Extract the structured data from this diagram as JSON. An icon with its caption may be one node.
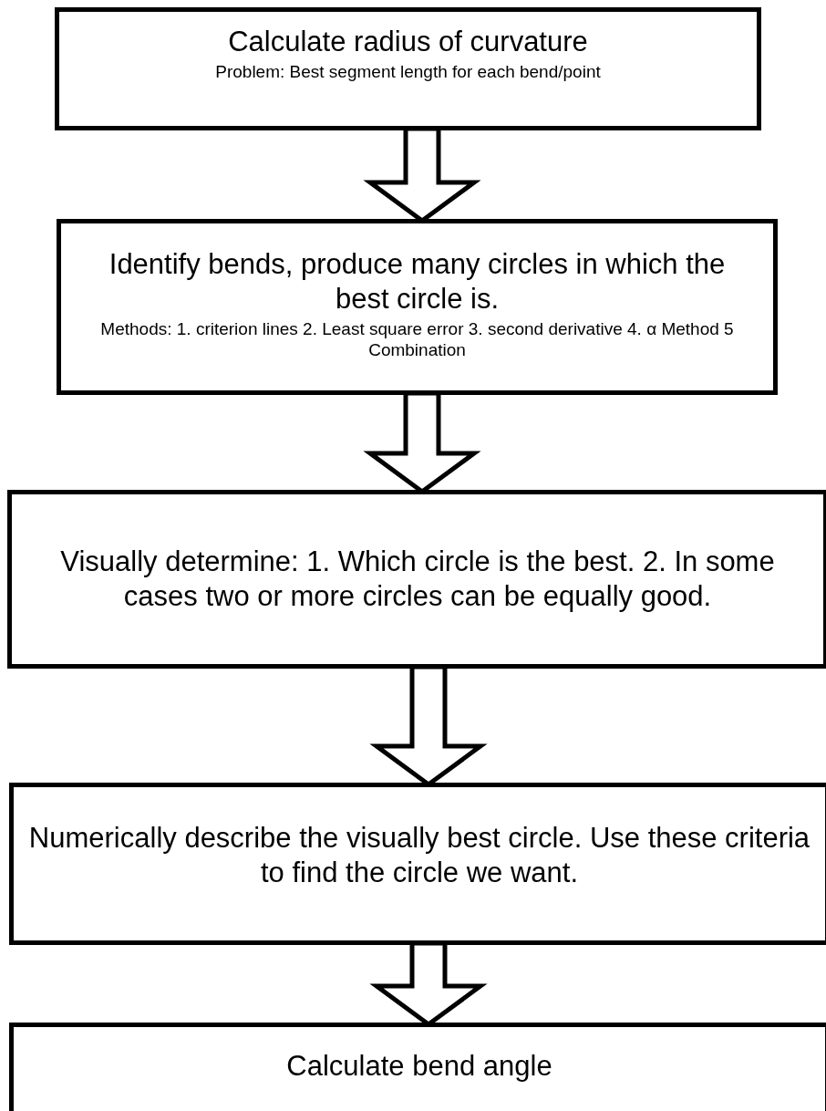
{
  "diagram": {
    "nodes": [
      {
        "text": [
          "Calculate radius of curvature",
          "Problem: Best segment length for each bend/point"
        ]
      },
      {
        "text": [
          "Identify bends, produce many circles in which the best circle is.",
          "Methods: 1. criterion lines 2. Least square error 3. second derivative 4. α Method 5 Combination"
        ]
      },
      {
        "text": [
          "Visually determine: 1. Which circle is the best. 2. In some cases two or more circles can be equally good."
        ]
      },
      {
        "text": [
          "Numerically describe the visually best circle. Use these criteria to find the circle we want."
        ]
      },
      {
        "text": [
          "Calculate bend angle"
        ]
      }
    ],
    "edges": [
      {
        "from": 0,
        "to": 1,
        "arrow": "to"
      },
      {
        "from": 1,
        "to": 2,
        "arrow": "to"
      },
      {
        "from": 2,
        "to": 3,
        "arrow": "to"
      },
      {
        "from": 3,
        "to": 4,
        "arrow": "to"
      }
    ]
  }
}
